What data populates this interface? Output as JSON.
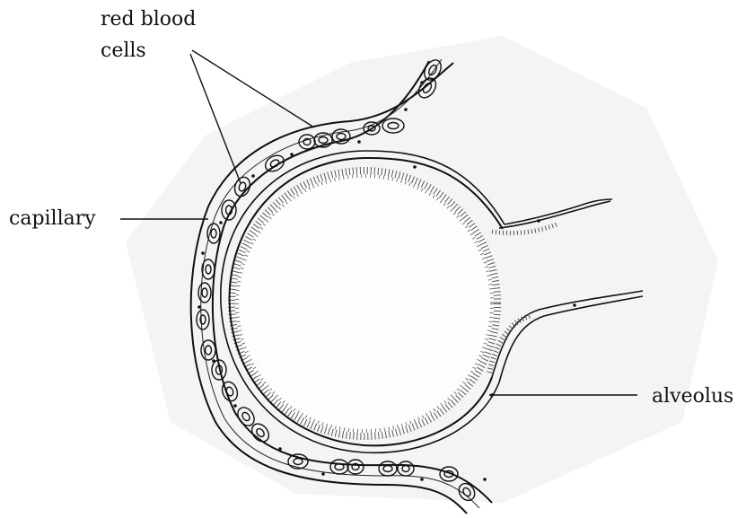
{
  "labels": {
    "red_blood_cells_line1": "red blood",
    "red_blood_cells_line2": "cells",
    "capillary": "capillary",
    "alveolus": "alveolus"
  },
  "colors": {
    "ink": "#111111",
    "tissue_bg": "#f3f3f3",
    "background": "#ffffff"
  }
}
